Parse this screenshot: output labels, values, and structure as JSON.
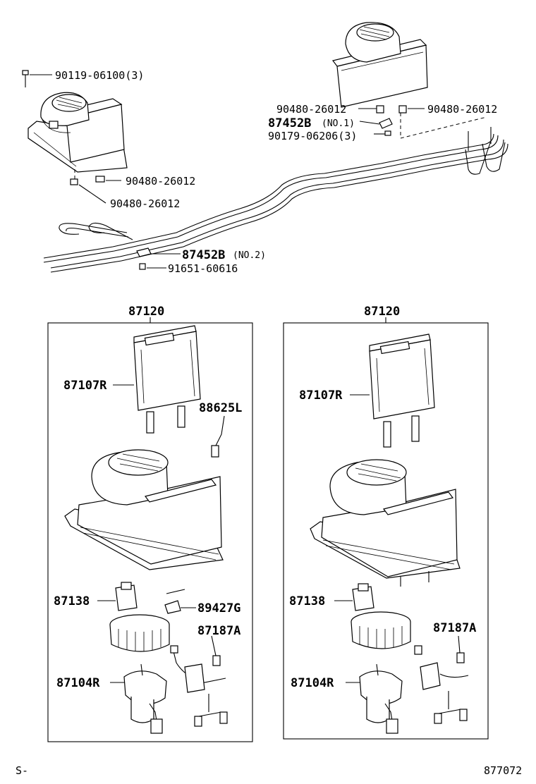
{
  "diagram": {
    "top": {
      "left_unit_labels": {
        "bolt": "90119-06100(3)",
        "grommet_a": "90480-26012",
        "grommet_b": "90480-26012"
      },
      "right_unit_labels": {
        "grommet_left": "90480-26012",
        "grommet_right": "90480-26012",
        "clamp_no1": "87452B",
        "clamp_no1_note": "(NO.1)",
        "screw": "90179-06206(3)"
      },
      "pipe_labels": {
        "clamp_no2": "87452B",
        "clamp_no2_note": "(NO.2)",
        "bolt": "91651-60616"
      }
    },
    "assemblies": [
      {
        "title": "87120",
        "core": "87107R",
        "wire": "88625L",
        "resistor": "87138",
        "sensor": "89427G",
        "harness": "87187A",
        "motor": "87104R"
      },
      {
        "title": "87120",
        "core": "87107R",
        "resistor": "87138",
        "harness": "87187A",
        "motor": "87104R"
      }
    ],
    "footer": {
      "left_mark": "S-",
      "code": "877072"
    }
  }
}
